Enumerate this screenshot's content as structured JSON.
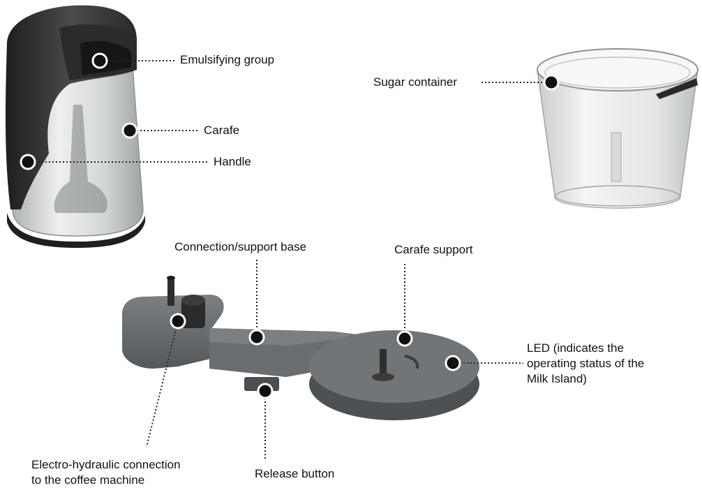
{
  "callouts": {
    "emulsifying_group": "Emulsifying group",
    "carafe": "Carafe",
    "handle": "Handle",
    "sugar_container": "Sugar container",
    "connection_support_base": "Connection/support base",
    "carafe_support": "Carafe support",
    "led": [
      "LED (indicates the",
      "operating status of the",
      "Milk Island)"
    ],
    "electro_hydraulic": [
      "Electro-hydraulic connection",
      "to the coffee machine"
    ],
    "release_button": "Release button"
  },
  "colors": {
    "carafe_body": "#3a3a3a",
    "carafe_glass": "#c9cccd",
    "base_gray": "#6b6e70",
    "marker": "#111111",
    "text": "#111111"
  }
}
